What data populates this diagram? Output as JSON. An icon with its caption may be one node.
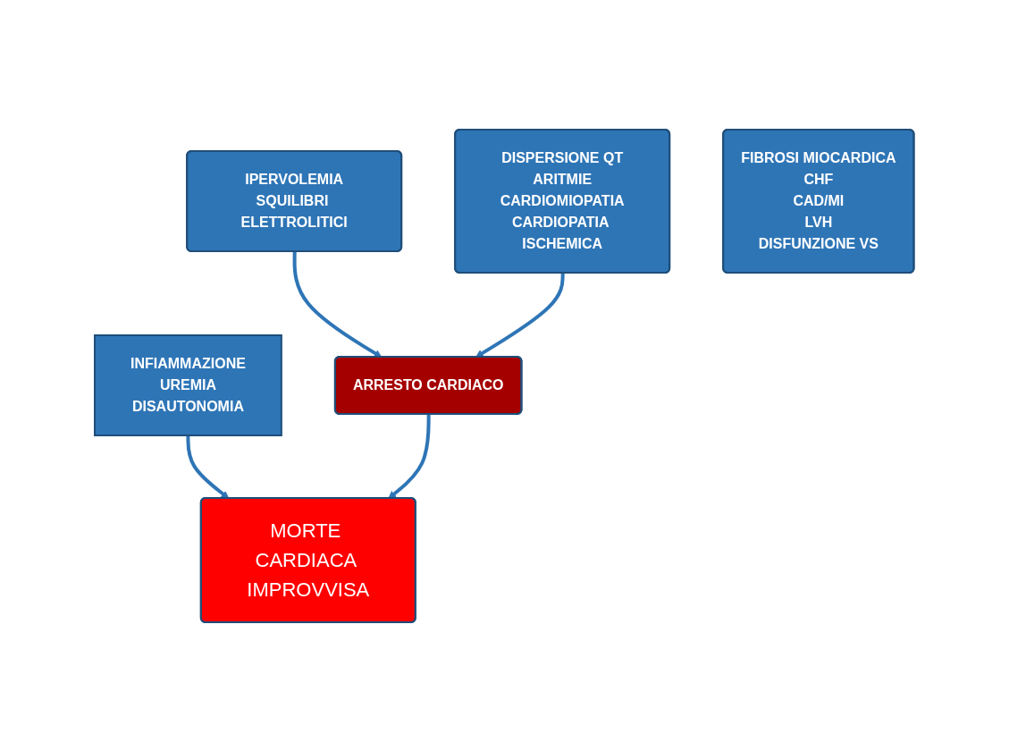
{
  "diagram": {
    "nodes": [
      {
        "text": [
          "IPERVOLEMIA",
          "SQUILIBRI ELETTROLITICI"
        ]
      },
      {
        "text": [
          "INFIAMMAZIONE",
          "UREMIA",
          "DISAUTONOMIA"
        ]
      },
      {
        "text": [
          "DISPERSIONE QT",
          "ARITMIE",
          "CARDIOMIOPATIA",
          "CARDIOPATIA ISCHEMICA"
        ]
      },
      {
        "text": [
          "FIBROSI MIOCARDICA",
          "CHF",
          "CAD/MI",
          "LVH",
          "DISFUNZIONE VS"
        ]
      },
      {
        "text": [
          "ARRESTO CARDIACO"
        ]
      },
      {
        "text": [
          "MORTE CARDIACA IMPROVVISA"
        ]
      }
    ],
    "edges": [
      {
        "from": 0,
        "to": 4,
        "arrow": "to"
      },
      {
        "from": 2,
        "to": 4,
        "arrow": "to"
      },
      {
        "from": 1,
        "to": 5,
        "arrow": "to"
      },
      {
        "from": 4,
        "to": 5,
        "arrow": "to"
      }
    ]
  }
}
